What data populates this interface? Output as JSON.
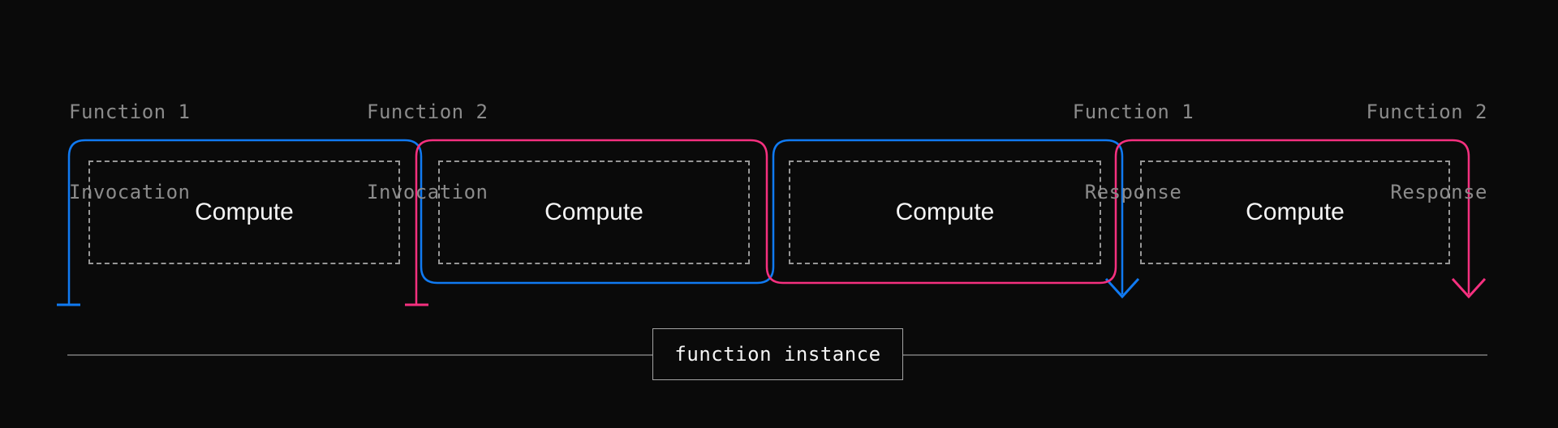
{
  "colors": {
    "background": "#0a0a0a",
    "blue": "#107af2",
    "pink": "#f5307f",
    "gray_line": "#7d7d7d",
    "dash_gray": "#979797",
    "label_gray": "#8b8b8b",
    "box_border": "#a3a3a3",
    "text_white": "#f5f5f5"
  },
  "header_labels": {
    "fn1_invocation": {
      "line1": "Function 1",
      "line2": "Invocation"
    },
    "fn2_invocation": {
      "line1": "Function 2",
      "line2": "Invocation"
    },
    "fn1_response": {
      "line1": "Function 1",
      "line2": "Response"
    },
    "fn2_response": {
      "line1": "Function 2",
      "line2": "Response"
    }
  },
  "compute_boxes": [
    {
      "label": "Compute"
    },
    {
      "label": "Compute"
    },
    {
      "label": "Compute"
    },
    {
      "label": "Compute"
    }
  ],
  "timeline": {
    "instance_label": "function instance"
  },
  "icons": {
    "fn1_invocation_marker": "tick-mark-icon",
    "fn2_invocation_marker": "tick-mark-icon",
    "fn1_response_marker": "arrow-down-icon",
    "fn2_response_marker": "arrow-down-icon"
  }
}
